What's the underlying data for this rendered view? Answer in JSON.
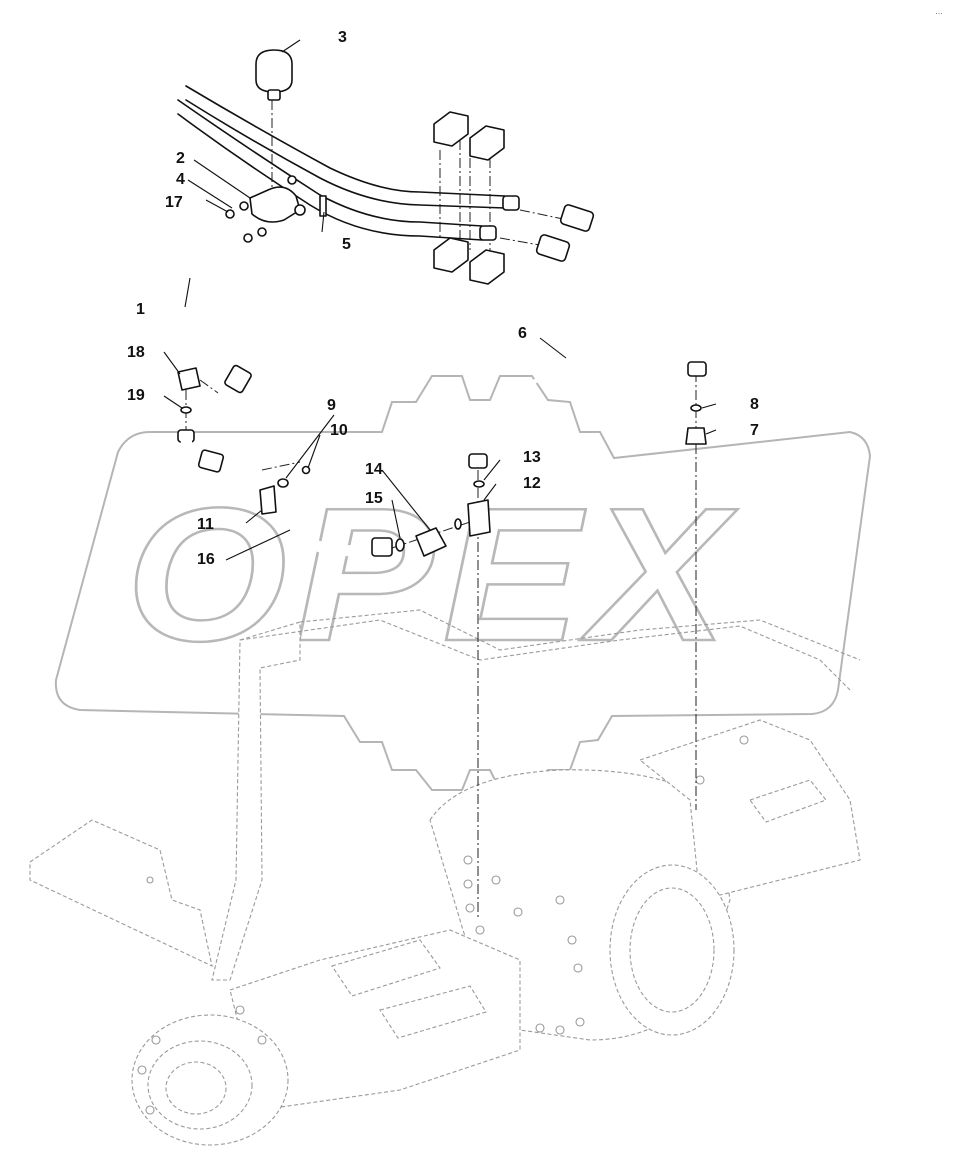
{
  "watermark": {
    "text": "OPEX"
  },
  "corner_stamp": "…",
  "callouts": [
    {
      "id": "c1",
      "text": "1"
    },
    {
      "id": "c2",
      "text": "2"
    },
    {
      "id": "c3",
      "text": "3"
    },
    {
      "id": "c4",
      "text": "4"
    },
    {
      "id": "c5",
      "text": "5"
    },
    {
      "id": "c6",
      "text": "6"
    },
    {
      "id": "c7",
      "text": "7"
    },
    {
      "id": "c8",
      "text": "8"
    },
    {
      "id": "c9",
      "text": "9"
    },
    {
      "id": "c10",
      "text": "10"
    },
    {
      "id": "c11",
      "text": "11"
    },
    {
      "id": "c12",
      "text": "12"
    },
    {
      "id": "c13",
      "text": "13"
    },
    {
      "id": "c14",
      "text": "14"
    },
    {
      "id": "c15",
      "text": "15"
    },
    {
      "id": "c16",
      "text": "16"
    },
    {
      "id": "c17",
      "text": "17"
    },
    {
      "id": "c18",
      "text": "18"
    },
    {
      "id": "c19",
      "text": "19"
    }
  ]
}
